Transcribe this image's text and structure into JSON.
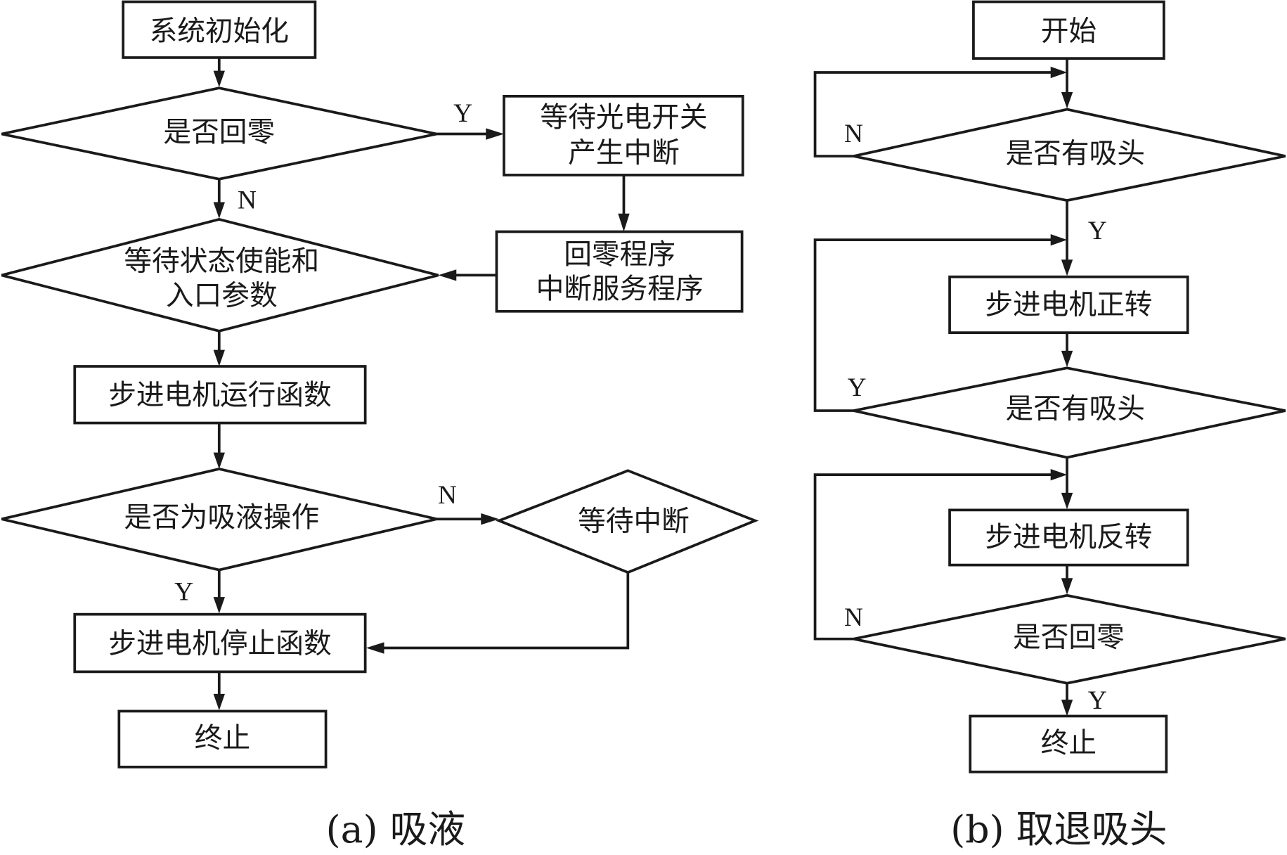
{
  "figure_a": {
    "caption": "(a) 吸液",
    "nodes": {
      "init": "系统初始化",
      "is_zero": "是否回零",
      "wait_photo_1": "等待光电开关",
      "wait_photo_2": "产生中断",
      "zero_isr_1": "回零程序",
      "zero_isr_2": "中断服务程序",
      "wait_enable_1": "等待状态使能和",
      "wait_enable_2": "入口参数",
      "run_func": "步进电机运行函数",
      "is_aspirate": "是否为吸液操作",
      "wait_int": "等待中断",
      "stop_func": "步进电机停止函数",
      "end": "终止"
    },
    "labels": {
      "zero_yes": "Y",
      "zero_no": "N",
      "aspirate_no": "N",
      "aspirate_yes": "Y"
    }
  },
  "figure_b": {
    "caption": "(b) 取退吸头",
    "nodes": {
      "start": "开始",
      "has_tip_1": "是否有吸头",
      "forward": "步进电机正转",
      "has_tip_2": "是否有吸头",
      "reverse": "步进电机反转",
      "is_zero": "是否回零",
      "end": "终止"
    },
    "labels": {
      "tip1_no": "N",
      "tip1_yes": "Y",
      "tip2_yes": "Y",
      "zero_no": "N",
      "zero_yes": "Y"
    }
  }
}
